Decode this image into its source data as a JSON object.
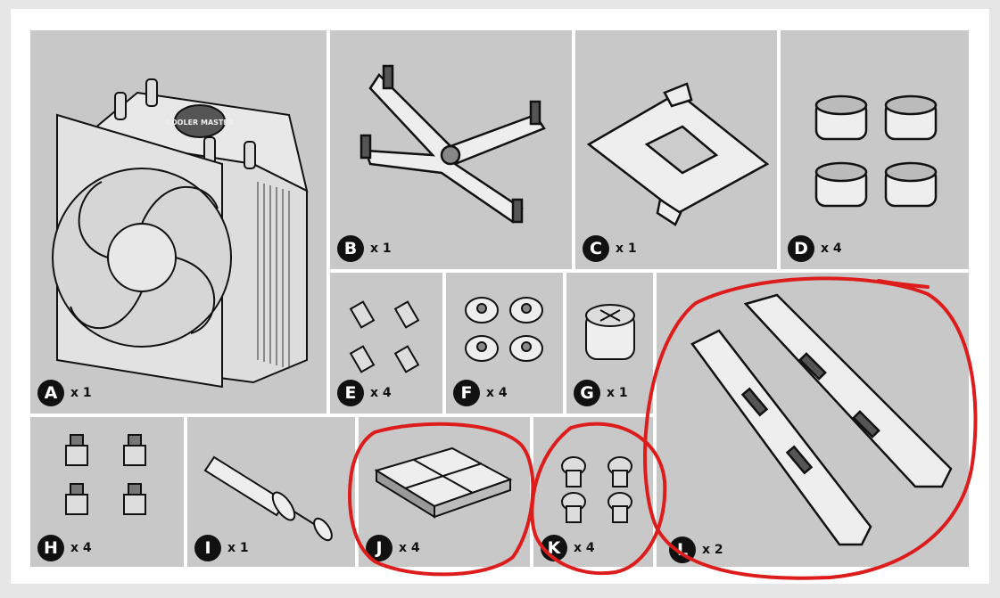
{
  "parts": [
    {
      "letter": "A",
      "qty": "x 1"
    },
    {
      "letter": "B",
      "qty": "x 1"
    },
    {
      "letter": "C",
      "qty": "x 1"
    },
    {
      "letter": "D",
      "qty": "x 4"
    },
    {
      "letter": "E",
      "qty": "x 4"
    },
    {
      "letter": "F",
      "qty": "x 4"
    },
    {
      "letter": "G",
      "qty": "x 1"
    },
    {
      "letter": "H",
      "qty": "x 4"
    },
    {
      "letter": "I",
      "qty": "x 1"
    },
    {
      "letter": "J",
      "qty": "x 4"
    },
    {
      "letter": "K",
      "qty": "x 4"
    },
    {
      "letter": "L",
      "qty": "x 2"
    }
  ],
  "cooler_logo_text": "COOLER MASTER",
  "colors": {
    "panel": "#c8c8c8",
    "line": "#111111",
    "annotation": "#dd1c1c",
    "badge": "#111111"
  },
  "annotations": {
    "circled_parts": [
      "J",
      "K",
      "L"
    ]
  }
}
